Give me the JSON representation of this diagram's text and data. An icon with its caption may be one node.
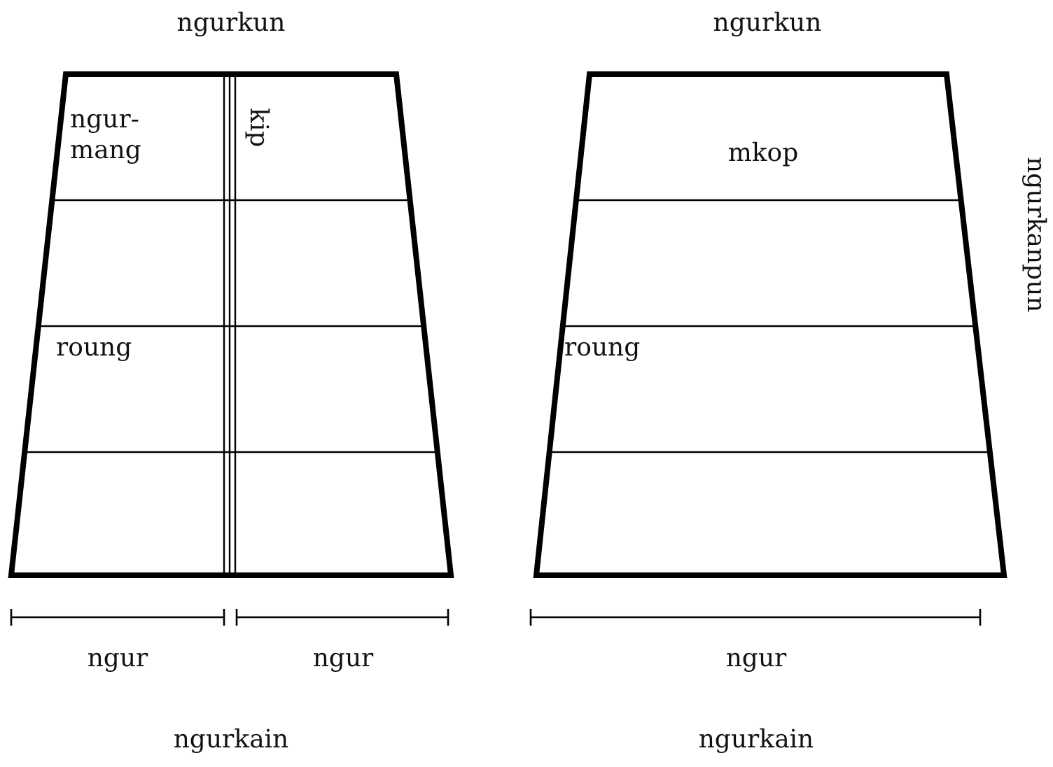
{
  "diagram": {
    "nodes": [
      {
        "text": [],
        "shape": "trapezoid"
      },
      {
        "text": [
          "ngur-mang"
        ],
        "in": 0
      },
      {
        "text": [
          "kip"
        ],
        "in": 0
      },
      {
        "text": [
          "roung"
        ],
        "in": 0
      },
      {
        "text": [],
        "shape": "trapezoid"
      },
      {
        "text": [
          "mkop"
        ],
        "in": 4
      },
      {
        "text": [
          "roung"
        ],
        "in": 4
      }
    ],
    "edges": [],
    "labels": [
      "ngurkun",
      "ngurkun",
      "ngurkanpun",
      "ngur",
      "ngur",
      "ngur",
      "ngurkain",
      "ngurkain"
    ]
  }
}
